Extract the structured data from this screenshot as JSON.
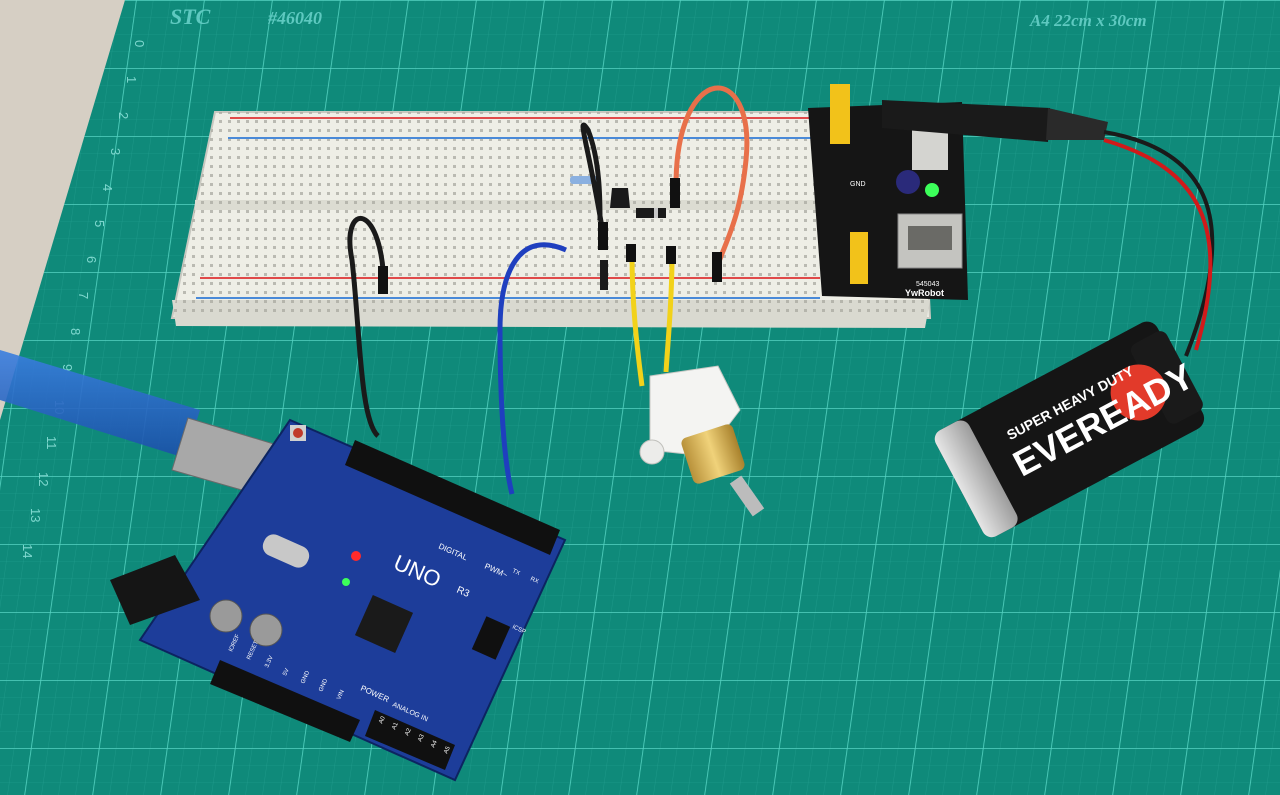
{
  "mat": {
    "brand": "STC",
    "model": "#46040",
    "size": "A4 22cm x 30cm",
    "ruler_numbers": [
      "0",
      "1",
      "2",
      "3",
      "4",
      "5",
      "6",
      "7",
      "8",
      "9",
      "10",
      "11",
      "12",
      "13",
      "14"
    ]
  },
  "battery": {
    "brand": "EVEREADY",
    "tagline": "SUPER HEAVY DUTY"
  },
  "power_module": {
    "maker": "YwRobot",
    "model": "545043",
    "gnd_label": "GND"
  },
  "arduino": {
    "model": "UNO",
    "revision": "R3",
    "digital_label": "DIGITAL",
    "pwm_label": "PWM~",
    "power_label": "POWER",
    "analog_label": "ANALOG IN",
    "power_pins": [
      "IOREF",
      "RESET",
      "3.3V",
      "5V",
      "GND",
      "GND",
      "VIN"
    ],
    "analog_pins": [
      "A0",
      "A1",
      "A2",
      "A3",
      "A4",
      "A5"
    ],
    "icsp_label": "ICSP",
    "tx_label": "TX",
    "rx_label": "RX"
  },
  "colors": {
    "mat": "#0f8a7a",
    "grid": "#3fc2b2",
    "breadboard": "#efefe8",
    "board": "#1d3d9a",
    "wire_black": "#1a1a1a",
    "wire_blue": "#1f3fbf",
    "wire_yellow": "#f2d21a",
    "wire_orange": "#e8704a",
    "wire_red": "#d11a1a"
  }
}
